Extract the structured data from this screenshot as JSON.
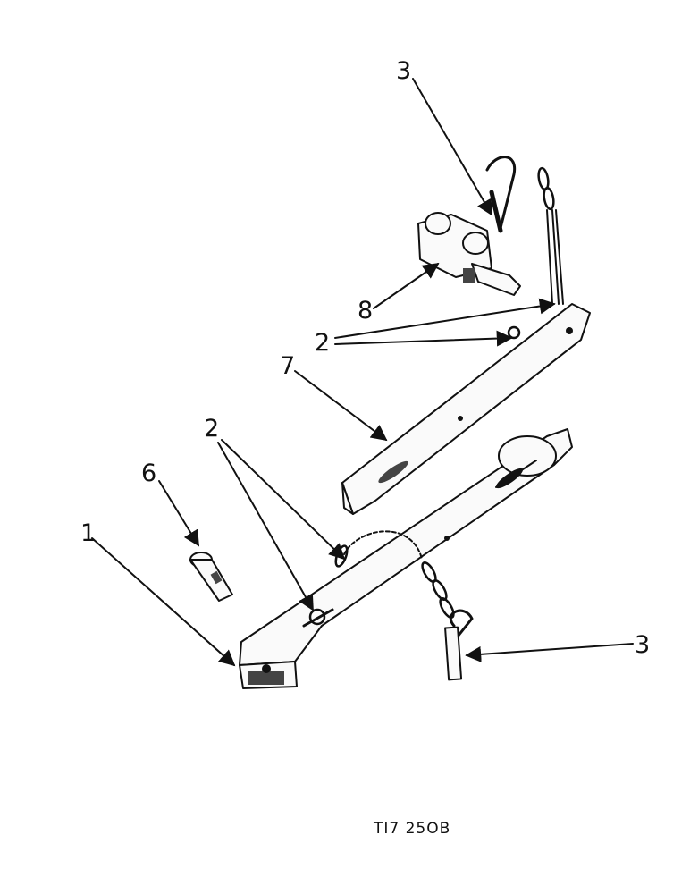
{
  "callouts": {
    "c1": "1",
    "c2_upper": "2",
    "c2_lower": "2",
    "c3_top": "3",
    "c3_right": "3",
    "c6": "6",
    "c7": "7",
    "c8": "8"
  },
  "figure_ref": "TI7 25OB"
}
